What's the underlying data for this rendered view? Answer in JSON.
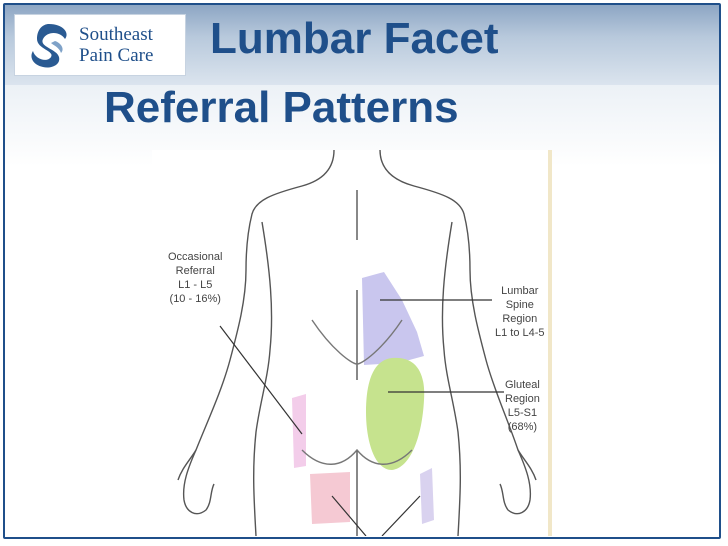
{
  "logo": {
    "line1": "Southeast",
    "line2": "Pain Care"
  },
  "title": {
    "line1": "Lumbar Facet",
    "line2": "Referral Patterns"
  },
  "labels": {
    "occasional": {
      "l1": "Occasional",
      "l2": "Referral",
      "l3": "L1 - L5",
      "l4": "(10 - 16%)"
    },
    "lumbar": {
      "l1": "Lumbar",
      "l2": "Spine",
      "l3": "Region",
      "l4": "L1 to L4-5"
    },
    "gluteal": {
      "l1": "Gluteal",
      "l2": "Region",
      "l3": "L5-S1",
      "l4": "(68%)"
    }
  },
  "colors": {
    "title": "#1f4f8a",
    "lumbar_region": "#c9c6ee",
    "gluteal_region": "#c6e38e",
    "occasional_region": "#f3cdea",
    "pink_region": "#f5c9d3"
  }
}
